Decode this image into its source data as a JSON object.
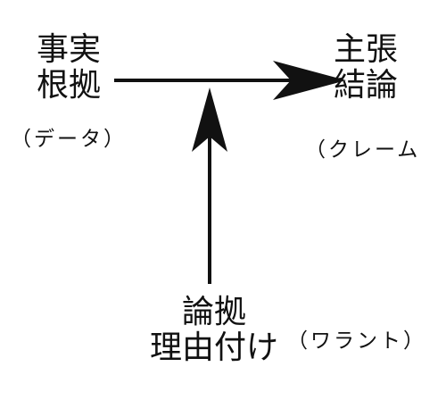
{
  "nodes": {
    "data": {
      "line1": "事実",
      "line2": "根拠",
      "sub": "（データ）"
    },
    "claim": {
      "line1": "主張",
      "line2": "結論",
      "sub": "（クレーム"
    },
    "warrant": {
      "line1": "論拠",
      "line2": "理由付け",
      "sub": "（ワラント）"
    }
  },
  "colors": {
    "ink": "#111111",
    "background": "#ffffff"
  }
}
